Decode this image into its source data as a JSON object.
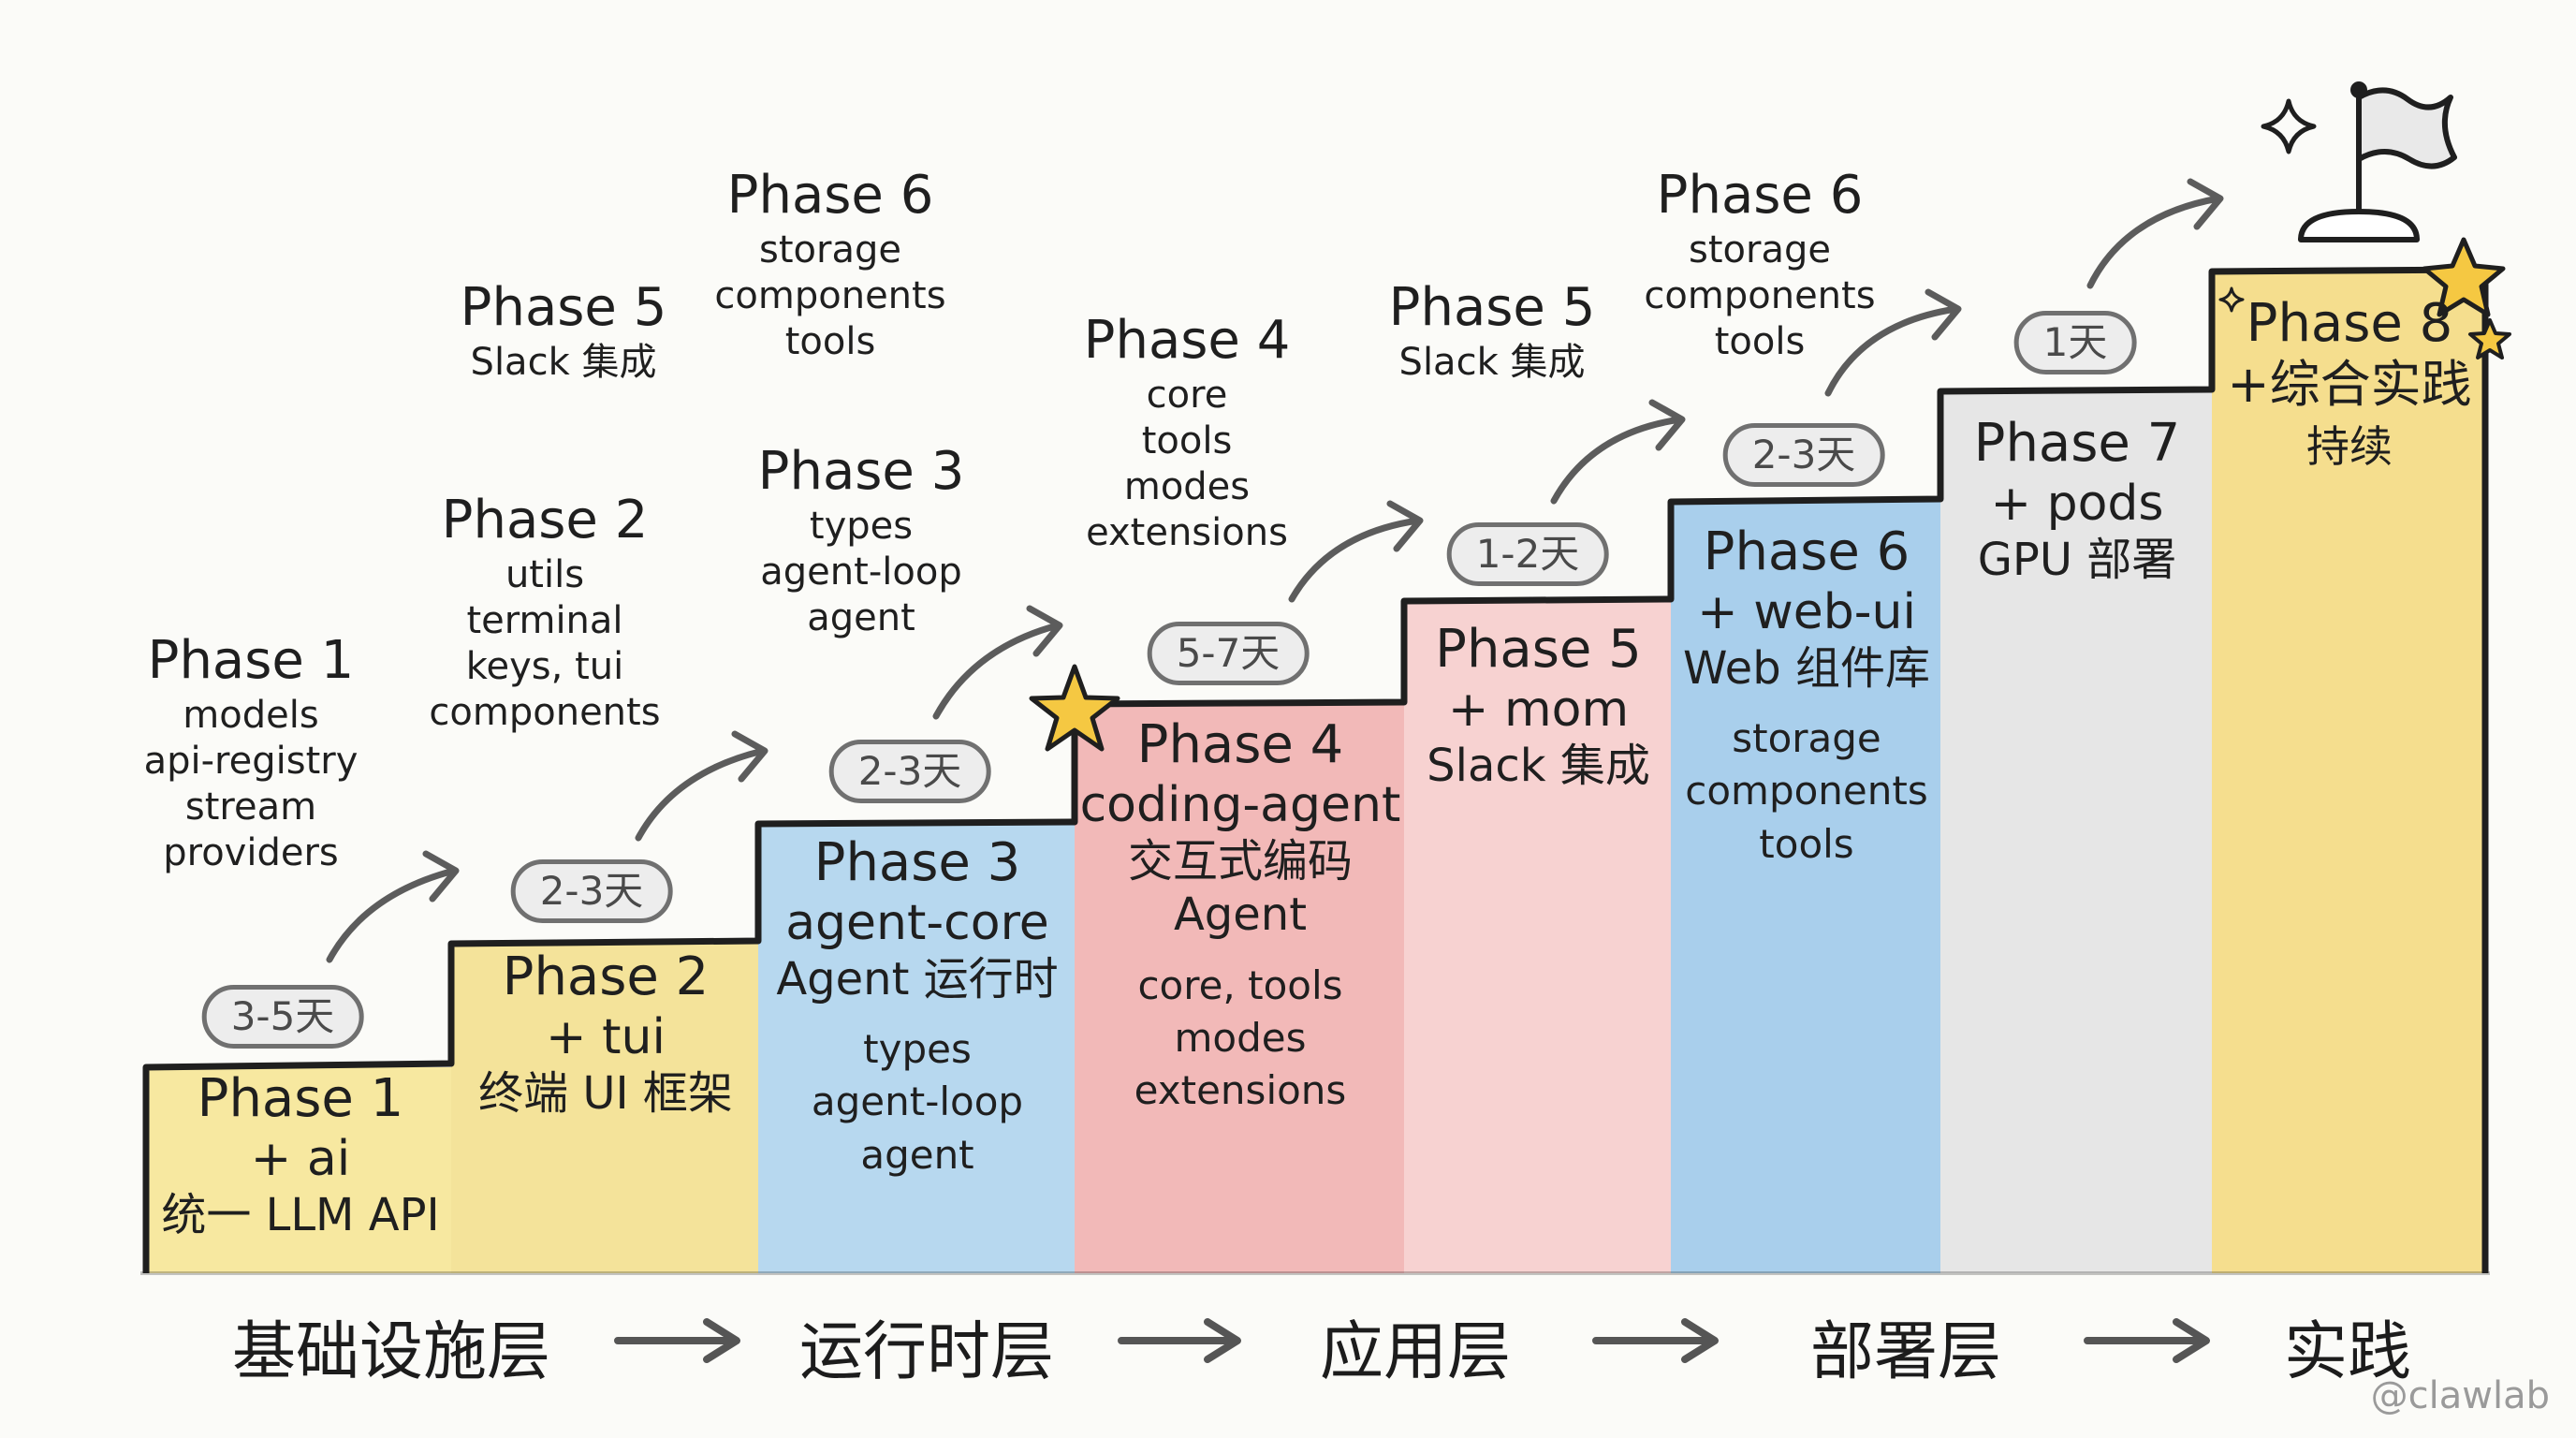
{
  "steps": [
    {
      "phase": "Phase 1",
      "lines": [
        "+ ai",
        "统一 LLM API"
      ],
      "details": [],
      "color": "#f7e8a0"
    },
    {
      "phase": "Phase 2",
      "lines": [
        "+ tui",
        "终端 UI 框架"
      ],
      "details": [],
      "color": "#f4e39a"
    },
    {
      "phase": "Phase 3",
      "lines": [
        "agent-core",
        "Agent 运行时"
      ],
      "details": [
        "types",
        "agent-loop",
        "agent"
      ],
      "color": "#b7d8ef"
    },
    {
      "phase": "Phase 4",
      "lines": [
        "coding-agent",
        "交互式编码",
        "Agent"
      ],
      "details": [
        "core, tools",
        "modes",
        "extensions"
      ],
      "color": "#f2b9b8"
    },
    {
      "phase": "Phase 5",
      "lines": [
        "+ mom",
        "Slack 集成"
      ],
      "details": [],
      "color": "#f7d2d1"
    },
    {
      "phase": "Phase 6",
      "lines": [
        "+ web-ui",
        "Web 组件库"
      ],
      "details": [
        "storage",
        "components",
        "tools"
      ],
      "color": "#a9cfec"
    },
    {
      "phase": "Phase 7",
      "lines": [
        "+ pods",
        "GPU 部署"
      ],
      "details": [],
      "color": "#e6e6e6"
    },
    {
      "phase": "Phase 8",
      "lines": [
        "+综合实践",
        "持续"
      ],
      "details": [],
      "color": "#f5de8e"
    }
  ],
  "durations": [
    "3-5天",
    "2-3天",
    "2-3天",
    "5-7天",
    "1-2天",
    "2-3天",
    "1天"
  ],
  "annotations": [
    {
      "title": "Phase 1",
      "lines": [
        "models",
        "api-registry",
        "stream",
        "providers"
      ]
    },
    {
      "title": "Phase 2",
      "lines": [
        "utils",
        "terminal",
        "keys, tui",
        "components"
      ]
    },
    {
      "title": "Phase 5",
      "lines": [
        "Slack 集成"
      ]
    },
    {
      "title": "Phase 6",
      "lines": [
        "storage",
        "components",
        "tools"
      ]
    },
    {
      "title": "Phase 3",
      "lines": [
        "types",
        "agent-loop",
        "agent"
      ]
    },
    {
      "title": "Phase 4",
      "lines": [
        "core",
        "tools",
        "modes",
        "extensions"
      ]
    },
    {
      "title": "Phase 5",
      "lines": [
        "Slack 集成"
      ]
    },
    {
      "title": "Phase 6",
      "lines": [
        "storage",
        "components",
        "tools"
      ]
    }
  ],
  "layers": [
    "基础设施层",
    "运行时层",
    "应用层",
    "部署层",
    "实践"
  ],
  "watermark": "@clawlab",
  "colors": {
    "outline": "#1f1f1f",
    "arrow": "#5c5c5c",
    "star": "#f5c842"
  },
  "icons": {
    "flag": "flag-icon",
    "star": "star-icon",
    "sparkle": "sparkle-icon"
  }
}
